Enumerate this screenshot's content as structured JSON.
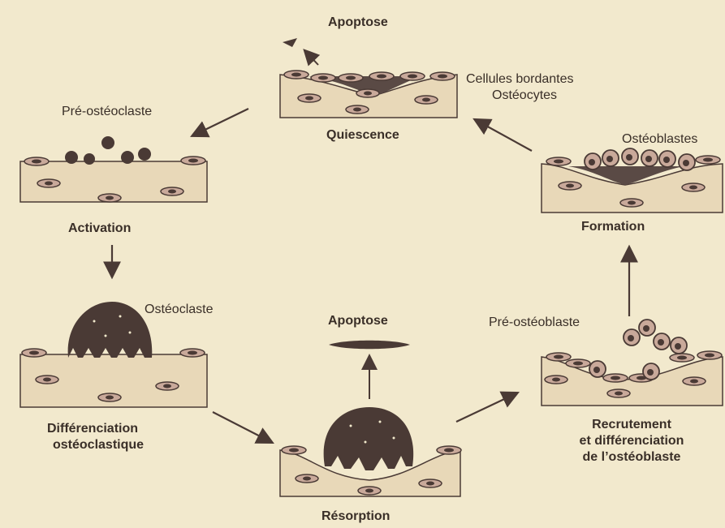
{
  "colors": {
    "background": "#f2e9cd",
    "tissue": "#e8d8b8",
    "cell_dark": "#4a3a35",
    "cell_light": "#c9a99a",
    "text": "#3a2f28"
  },
  "labels": {
    "apoptose_top": "Apoptose",
    "cellules_bordantes": "Cellules bordantes",
    "osteocytes": "Ostéocytes",
    "quiescence": "Quiescence",
    "pre_osteoclaste": "Pré-ostéoclaste",
    "activation": "Activation",
    "osteoclaste": "Ostéoclaste",
    "differenciation_line1": "Différenciation",
    "differenciation_line2": "ostéoclastique",
    "apoptose_mid": "Apoptose",
    "resorption": "Résorption",
    "pre_osteoblaste": "Pré-ostéoblaste",
    "recrutement_line1": "Recrutement",
    "recrutement_line2": "et différenciation",
    "recrutement_line3": "de l’ostéoblaste",
    "osteoblastes": "Ostéoblastes",
    "formation": "Formation"
  },
  "icons": [
    "arrow-icon",
    "osteoclast-cell-icon",
    "osteoblast-cell-icon",
    "osteocyte-cell-icon"
  ]
}
